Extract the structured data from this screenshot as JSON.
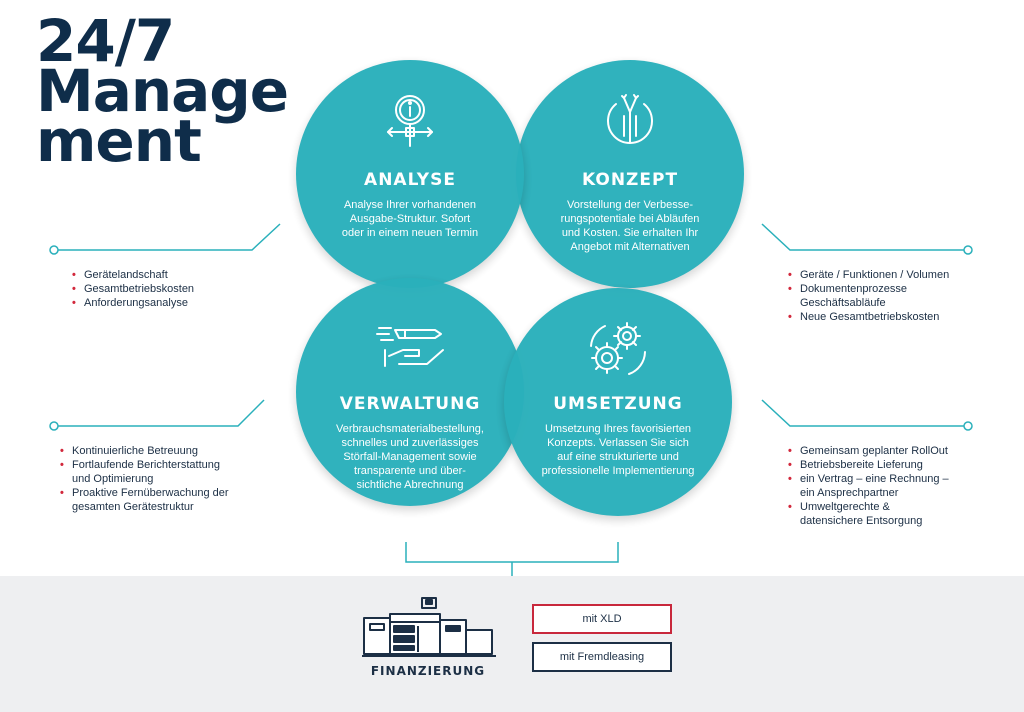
{
  "title": {
    "line1": "24/7",
    "line2": "Manage",
    "line3": "ment"
  },
  "colors": {
    "teal": "#2ab0bb",
    "navy": "#0f2d4a",
    "red": "#c8283c",
    "gray_band": "#eeeff1"
  },
  "circles": {
    "analyse": {
      "heading": "ANALYSE",
      "icon": "magnifier-info-icon",
      "lines": [
        "Analyse Ihrer vorhandenen",
        "Ausgabe-Struktur. Sofort",
        "oder in einem neuen Termin"
      ]
    },
    "konzept": {
      "heading": "KONZEPT",
      "icon": "arrows-shield-icon",
      "lines": [
        "Vorstellung der Verbesse-",
        "rungspotentiale bei Abläufen",
        "und Kosten. Sie erhalten Ihr",
        "Angebot mit Alternativen"
      ]
    },
    "verwaltung": {
      "heading": "VERWALTUNG",
      "icon": "hand-pen-icon",
      "lines": [
        "Verbrauchsmaterialbestellung,",
        "schnelles und zuverlässiges",
        "Störfall-Management sowie",
        "transparente und über-",
        "sichtliche Abrechnung"
      ]
    },
    "umsetzung": {
      "heading": "UMSETZUNG",
      "icon": "gears-icon",
      "lines": [
        "Umsetzung Ihres favorisierten",
        "Konzepts. Verlassen Sie sich",
        "auf eine strukturierte und",
        "professionelle Implementierung"
      ]
    }
  },
  "lists": {
    "top_left": [
      "Gerätelandschaft",
      "Gesamtbetriebskosten",
      "Anforderungsanalyse"
    ],
    "bottom_left": [
      "Kontinuierliche Betreuung",
      "Fortlaufende Berichterstattung",
      "und Optimierung",
      "Proaktive Fernüberwachung der",
      "gesamten Gerätestruktur"
    ],
    "top_right": [
      "Geräte / Funktionen / Volumen",
      "Dokumentenprozesse",
      "Geschäftsabläufe",
      "Neue Gesamtbetriebskosten"
    ],
    "bottom_right": [
      "Gemeinsam geplanter RollOut",
      "Betriebsbereite Lieferung",
      "ein Vertrag – eine Rechnung –",
      "ein Ansprechpartner",
      "Umweltgerechte &",
      "datensichere Entsorgung"
    ]
  },
  "footer": {
    "label": "FINANZIERUNG",
    "icon": "printer-icon",
    "option_xld": "mit XLD",
    "option_fremd": "mit Fremdleasing"
  }
}
